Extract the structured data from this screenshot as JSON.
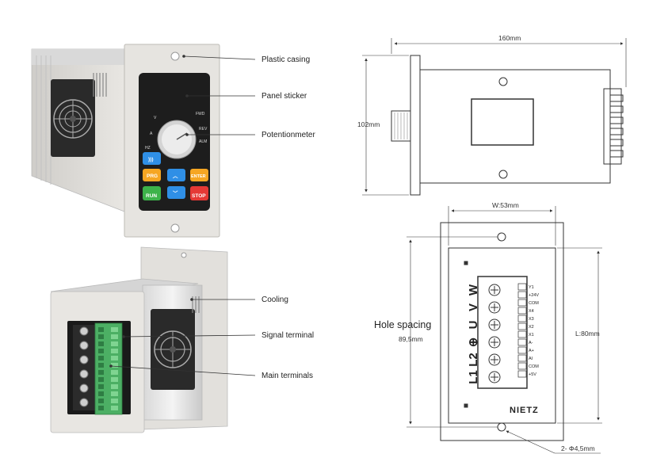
{
  "callouts": {
    "plastic_casing": "Plastic casing",
    "panel_sticker": "Panel sticker",
    "potentiometer": "Potentionmeter",
    "cooling": "Cooling",
    "signal_terminal": "Signal terminal",
    "main_terminals": "Main terminals"
  },
  "panel": {
    "fwd": "FWD",
    "rev": "REV",
    "alm": "ALM",
    "v": "V",
    "a": "A",
    "hz": "HZ",
    "prg": "PRG",
    "enter": "ENTER",
    "run": "RUN",
    "stop": "STOP"
  },
  "dimensions": {
    "length": "160mm",
    "height": "102mm",
    "width": "W:53mm",
    "length_front": "L:80mm",
    "hole_spacing_label": "Hole spacing",
    "hole_spacing_value": "89,5mm",
    "hole_diameter": "2- Φ4,5mm"
  },
  "main_terminal_labels": [
    "L1",
    "L2",
    "⊕",
    "U",
    "V",
    "W"
  ],
  "signal_terminal_labels": [
    "Y1",
    "+24V",
    "COM",
    "X4",
    "X3",
    "X2",
    "X1",
    "A-",
    "A+",
    "AI",
    "COM",
    "+5V"
  ],
  "brand": "NIETZ",
  "colors": {
    "casing": "#e6e4e0",
    "panel": "#1d1d1d",
    "key_blue": "#2f8fe6",
    "key_orange": "#f6a623",
    "key_green": "#3db34a",
    "key_red": "#e53935",
    "terminal_green": "#4caf64"
  }
}
